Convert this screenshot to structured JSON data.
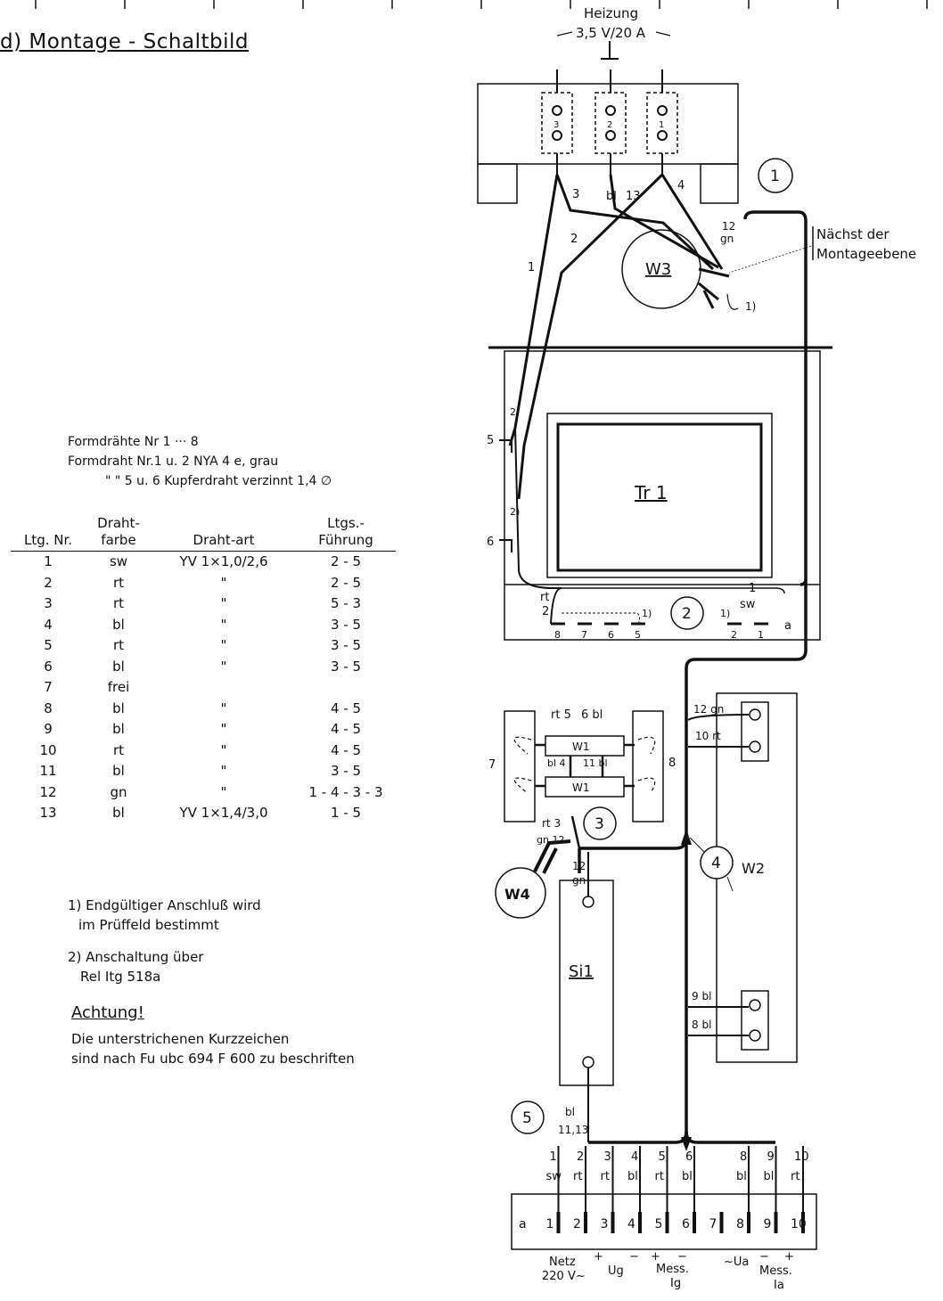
{
  "title": "d) Montage - Schaltbild",
  "notes": {
    "formdraehte": "Formdrähte Nr 1 ··· 8",
    "formdraht_12": "Formdraht Nr.1 u. 2  NYA 4 e, grau",
    "formdraht_56": "\"      \" 5 u. 6 Kupferdraht verzinnt 1,4 ∅"
  },
  "wire_table": {
    "headers": [
      "Ltg. Nr.",
      "Draht-farbe",
      "Draht-art",
      "Ltgs.-Führung"
    ],
    "rows": [
      [
        "1",
        "sw",
        "YV 1×1,0/2,6",
        "2 - 5"
      ],
      [
        "2",
        "rt",
        "\"",
        "2 - 5"
      ],
      [
        "3",
        "rt",
        "\"",
        "5 - 3"
      ],
      [
        "4",
        "bl",
        "\"",
        "3 - 5"
      ],
      [
        "5",
        "rt",
        "\"",
        "3 - 5"
      ],
      [
        "6",
        "bl",
        "\"",
        "3 - 5"
      ],
      [
        "7",
        "frei",
        "",
        ""
      ],
      [
        "8",
        "bl",
        "\"",
        "4 - 5"
      ],
      [
        "9",
        "bl",
        "\"",
        "4 - 5"
      ],
      [
        "10",
        "rt",
        "\"",
        "4 - 5"
      ],
      [
        "11",
        "bl",
        "\"",
        "3 - 5"
      ],
      [
        "12",
        "gn",
        "\"",
        "1 - 4 - 3 - 3"
      ],
      [
        "13",
        "bl",
        "YV 1×1,4/3,0",
        "1 - 5"
      ]
    ]
  },
  "footnotes": {
    "f1_line1": "1) Endgültiger Anschluß wird",
    "f1_line2": "im Prüffeld bestimmt",
    "f2_line1": "2) Anschaltung über",
    "f2_line2": "Rel Itg 518a",
    "achtung": "Achtung!",
    "achtung_line1": "Die unterstrichenen Kurzzeichen",
    "achtung_line2": "sind nach Fu ubc 694 F 600 zu beschriften"
  },
  "diagram": {
    "heizung": "Heizung",
    "heizung_spec": "3,5 V/20 A",
    "naechst_line1": "Nächst der",
    "naechst_line2": "Montageebene",
    "modules": {
      "m1": "1",
      "m2": "2",
      "m3": "3",
      "m4": "4",
      "m5": "5"
    },
    "components": {
      "w3": "W3",
      "tr1": "Tr 1",
      "w1": "W1",
      "w2": "W2",
      "w4": "W4",
      "si1": "Si1"
    },
    "terminals": [
      "a",
      "1",
      "2",
      "3",
      "4",
      "5",
      "6",
      "7",
      "8",
      "9",
      "10"
    ],
    "terminal_wires": [
      {
        "num": "1",
        "color": "sw"
      },
      {
        "num": "2",
        "color": "rt"
      },
      {
        "num": "3",
        "color": "rt"
      },
      {
        "num": "4",
        "color": "bl"
      },
      {
        "num": "5",
        "color": "rt"
      },
      {
        "num": "6",
        "color": "bl"
      },
      {
        "num": "8",
        "color": "bl"
      },
      {
        "num": "9",
        "color": "bl"
      },
      {
        "num": "10",
        "color": "rt"
      }
    ],
    "terminal_captions": {
      "netz": "Netz",
      "netz_v": "220 V~",
      "ug": "Ug",
      "mess1": "Mess.",
      "ig": "Ig",
      "ua": "~Ua",
      "mess2": "Mess.",
      "ia": "Ia"
    },
    "wire_labels": {
      "l12gn": "12 gn",
      "l10rt": "10 rt",
      "l9bl": "9 bl",
      "l8bl": "8 bl",
      "lrt5": "rt 5",
      "l6bl": "6 bl",
      "lbl4": "bl 4",
      "l11bl": "11 bl",
      "lrt3": "rt 3",
      "lgn12": "gn 12",
      "l12": "12",
      "lgn": "gn",
      "lbl": "bl",
      "l1113": "11,13",
      "l3": "3",
      "l13": "13",
      "l4": "4",
      "l2": "2",
      "l1": "1",
      "l5": "5",
      "l6": "6",
      "l7": "7",
      "l8": "8",
      "lrt": "rt",
      "lsw": "sw",
      "la": "a"
    }
  }
}
